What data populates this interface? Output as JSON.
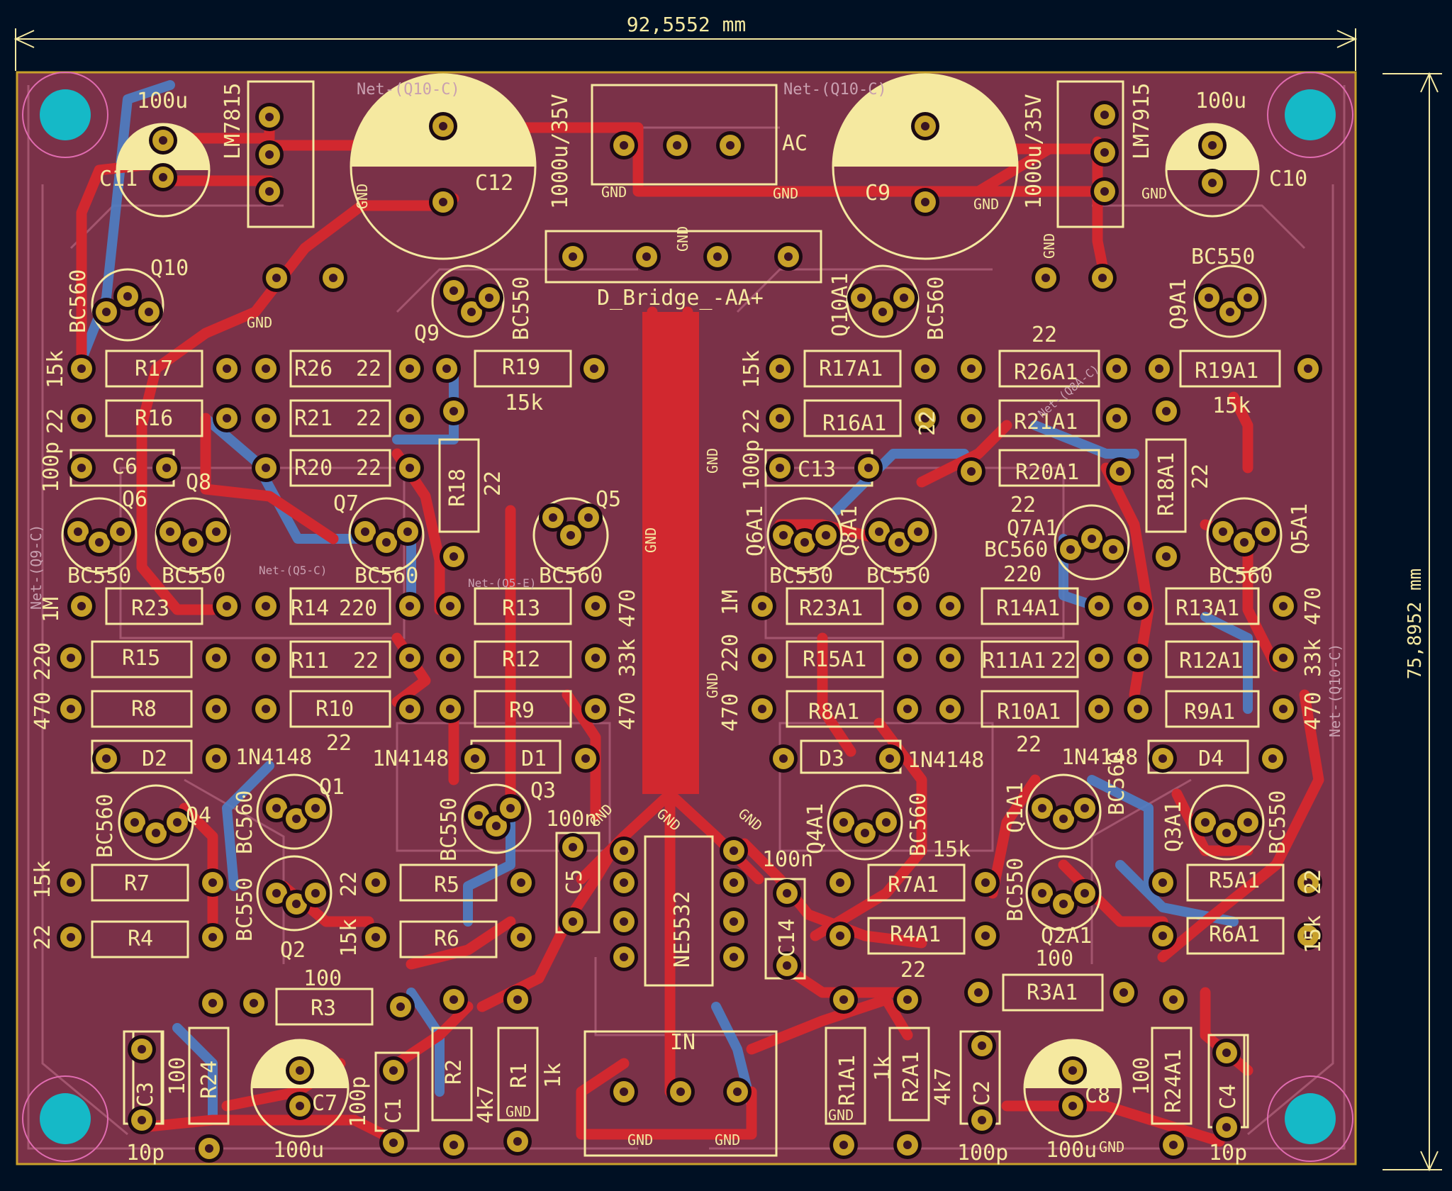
{
  "dimensions": {
    "width": "92,5552 mm",
    "height": "75,8952 mm"
  },
  "board": {
    "colors": {
      "background": "#001023",
      "substrate": "#7a3148",
      "copper_top": "#d1282f",
      "copper_bottom": "#4d7fc4",
      "zone_line": "#a85a73",
      "silkscreen": "#f5e9a0",
      "pad": "#c8a12a",
      "mounting_hole": "#15b9c7",
      "courtyard": "#e06cb0"
    }
  },
  "components": [
    {
      "ref": "LM7815"
    },
    {
      "ref": "LM7915"
    },
    {
      "ref": "C11",
      "value": "100u"
    },
    {
      "ref": "C10",
      "value": "100u"
    },
    {
      "ref": "C12",
      "value": "1000u/35V"
    },
    {
      "ref": "C9",
      "value": "1000u/35V"
    },
    {
      "ref": "AC"
    },
    {
      "ref": "D_Bridge_-AA+"
    },
    {
      "ref": "Q10",
      "value": "BC560"
    },
    {
      "ref": "Q9",
      "value": "BC550"
    },
    {
      "ref": "Q10A1",
      "value": "BC560"
    },
    {
      "ref": "Q9A1",
      "value": "BC550"
    },
    {
      "ref": "R17",
      "value": "15k"
    },
    {
      "ref": "R26",
      "value": "22"
    },
    {
      "ref": "R19",
      "value": "15k"
    },
    {
      "ref": "R16",
      "value": "22"
    },
    {
      "ref": "R21",
      "value": "22"
    },
    {
      "ref": "R18",
      "value": "22"
    },
    {
      "ref": "C6",
      "value": "100p"
    },
    {
      "ref": "R20",
      "value": "22"
    },
    {
      "ref": "Q6",
      "value": "BC550"
    },
    {
      "ref": "Q8",
      "value": "BC550"
    },
    {
      "ref": "Q7",
      "value": "BC560"
    },
    {
      "ref": "Q5",
      "value": "BC560"
    },
    {
      "ref": "R23",
      "value": "1M"
    },
    {
      "ref": "R14",
      "value": "220"
    },
    {
      "ref": "R13",
      "value": "470"
    },
    {
      "ref": "R15",
      "value": "220"
    },
    {
      "ref": "R11",
      "value": "22"
    },
    {
      "ref": "R12",
      "value": "33k"
    },
    {
      "ref": "R8",
      "value": "470"
    },
    {
      "ref": "R10",
      "value": "22"
    },
    {
      "ref": "R9",
      "value": "470"
    },
    {
      "ref": "D2",
      "value": "1N4148"
    },
    {
      "ref": "D1",
      "value": "1N4148"
    },
    {
      "ref": "Q4",
      "value": "BC560"
    },
    {
      "ref": "Q1",
      "value": "BC560"
    },
    {
      "ref": "Q3",
      "value": "BC550"
    },
    {
      "ref": "Q2",
      "value": "BC550"
    },
    {
      "ref": "R7",
      "value": "15k"
    },
    {
      "ref": "R5",
      "value": "22"
    },
    {
      "ref": "R4",
      "value": "22"
    },
    {
      "ref": "R6",
      "value": "15k"
    },
    {
      "ref": "C5",
      "value": "100n"
    },
    {
      "ref": "NE5532"
    },
    {
      "ref": "C14",
      "value": "100n"
    },
    {
      "ref": "R3",
      "value": "100"
    },
    {
      "ref": "R24",
      "value": "100"
    },
    {
      "ref": "C3",
      "value": "10p"
    },
    {
      "ref": "C7",
      "value": "100u"
    },
    {
      "ref": "C1",
      "value": "100p"
    },
    {
      "ref": "R2",
      "value": "4k7"
    },
    {
      "ref": "R1",
      "value": "1k"
    },
    {
      "ref": "IN"
    },
    {
      "ref": "R1A1",
      "value": "1k"
    },
    {
      "ref": "R2A1",
      "value": "4k7"
    },
    {
      "ref": "C2",
      "value": "100p"
    },
    {
      "ref": "C8",
      "value": "100u"
    },
    {
      "ref": "R24A1",
      "value": "100"
    },
    {
      "ref": "C4",
      "value": "10p"
    },
    {
      "ref": "R3A1",
      "value": "100"
    }
  ],
  "labels": {
    "lm7815": "LM7815",
    "lm7915": "LM7915",
    "v100u_a": "100u",
    "v100u_b": "100u",
    "c11": "C11",
    "c10": "C10",
    "c12": "C12",
    "c9": "C9",
    "cap_a": "1000u/35V",
    "cap_b": "1000u/35V",
    "ac": "AC",
    "bridge": "D_Bridge_-AA+",
    "q10": "Q10",
    "bc560_q10": "BC560",
    "q9": "Q9",
    "bc550_q9": "BC550",
    "q10a1": "Q10A1",
    "bc560_q10a1": "BC560",
    "q9a1": "Q9A1",
    "bc550_q9a1": "BC550",
    "v22_top": "22",
    "r17": "R17",
    "v15k_r17": "15k",
    "r26": "R26",
    "v22_r26": "22",
    "r19": "R19",
    "v15k_r19": "15k",
    "r16": "R16",
    "v22_r16": "22",
    "r21": "R21",
    "v22_r21": "22",
    "r18": "R18",
    "v22_r18": "22",
    "c6": "C6",
    "v100p_c6": "100p",
    "r20": "R20",
    "v22_r20": "22",
    "q6": "Q6",
    "q8": "Q8",
    "q7": "Q7",
    "q5": "Q5",
    "bc550_q6": "BC550",
    "bc550_q8": "BC550",
    "bc560_q7": "BC560",
    "bc560_q5": "BC560",
    "r23": "R23",
    "v1m_r23": "1M",
    "r14": "R14",
    "v220_r14": "220",
    "r13": "R13",
    "v470_r13": "470",
    "r15": "R15",
    "v220_r15": "220",
    "r11": "R11",
    "v22_r11": "22",
    "r12": "R12",
    "v33k_r12": "33k",
    "r8": "R8",
    "v470_r8": "470",
    "r10": "R10",
    "v22_r10": "22",
    "r9": "R9",
    "v470_r9": "470",
    "d2": "D2",
    "v1n4148_d2": "1N4148",
    "d1": "D1",
    "v1n4148_d1": "1N4148",
    "q4": "Q4",
    "bc560_q4": "BC560",
    "q1": "Q1",
    "bc560_q1": "BC560",
    "q3": "Q3",
    "bc550_q3": "BC550",
    "q2": "Q2",
    "bc550_q2": "BC550",
    "r7": "R7",
    "v15k_r7": "15k",
    "r5": "R5",
    "v22_r5": "22",
    "r4": "R4",
    "v22_r4": "22",
    "r6": "R6",
    "v15k_r6": "15k",
    "c5": "C5",
    "v100n_c5": "100n",
    "ne5532": "NE5532",
    "c14": "C14",
    "v100n_c14": "100n",
    "r3": "R3",
    "v100_r3": "100",
    "r24": "R24",
    "v100_r24": "100",
    "c3": "C3",
    "v10p_c3": "10p",
    "c7": "C7",
    "v100u_c7": "100u",
    "c1": "C1",
    "v100p_c1": "100p",
    "r2": "R2",
    "v4k7_r2": "4k7",
    "r1": "R1",
    "v1k_r1": "1k",
    "in": "IN",
    "r1a1": "R1A1",
    "v1k_r1a1": "1k",
    "r2a1": "R2A1",
    "v4k7_r2a1": "4k7",
    "c2": "C2",
    "v100p_c2": "100p",
    "c8": "C8",
    "v100u_c8": "100u",
    "r24a1": "R24A1",
    "v100_r24a1": "100",
    "c4": "C4",
    "v10p_c4": "10p",
    "r3a1": "R3A1",
    "v100_r3a1": "100",
    "r17a1": "R17A1",
    "v15k_r17a1": "15k",
    "r26a1": "R26A1",
    "r19a1": "R19A1",
    "v15k_r19a1": "15k",
    "r16a1": "R16A1",
    "v22_r16a1": "22",
    "r21a1": "R21A1",
    "v22_r21a1": "22",
    "r18a1": "R18A1",
    "v22_r18a1": "22",
    "c13": "C13",
    "v100p_c13": "100p",
    "r20a1": "R20A1",
    "v22_r20a1": "22",
    "q6a1": "Q6A1",
    "bc550_q6a1": "BC550",
    "q8a1": "Q8A1",
    "bc550_q8a1": "BC550",
    "q7a1": "Q7A1",
    "bc560_q7a1": "BC560",
    "q5a1": "Q5A1",
    "bc560_q5a1": "BC560",
    "r23a1": "R23A1",
    "v1m_r23a1": "1M",
    "r14a1": "R14A1",
    "v220_r14a1": "220",
    "r13a1": "R13A1",
    "v470_r13a1": "470",
    "r15a1": "R15A1",
    "v220_r15a1": "220",
    "r11a1": "R11A1",
    "v22_r11a1": "22",
    "r12a1": "R12A1",
    "v33k_r12a1": "33k",
    "r8a1": "R8A1",
    "v470_r8a1": "470",
    "r10a1": "R10A1",
    "v22_r10a1": "22",
    "r9a1": "R9A1",
    "v470_r9a1": "470",
    "d3": "D3",
    "v1n4148_d3": "1N4148",
    "d4": "D4",
    "v1n4148_d4": "1N4148",
    "q4a1": "Q4A1",
    "bc560_q4a1": "BC560",
    "q1a1": "Q1A1",
    "bc560_q1a1": "BC560",
    "q3a1": "Q3A1",
    "bc550_q3a1": "BC550",
    "q2a1": "Q2A1",
    "bc550_q2a1": "BC550",
    "r7a1": "R7A1",
    "v15k_r7a1": "15k",
    "r4a1": "R4A1",
    "v22_r4a1": "22",
    "r5a1": "R5A1",
    "v22_r5a1": "22",
    "r6a1": "R6A1",
    "v15k_r6a1": "15k"
  },
  "nets": {
    "gnd": "GND",
    "q10c": "Net-(Q10-C)",
    "q9c": "Net-(Q9-C)",
    "q5c": "Net-(Q5-C)",
    "q5e": "Net-(Q5-E)",
    "q8ac": "Net-(Q8A-C)"
  }
}
